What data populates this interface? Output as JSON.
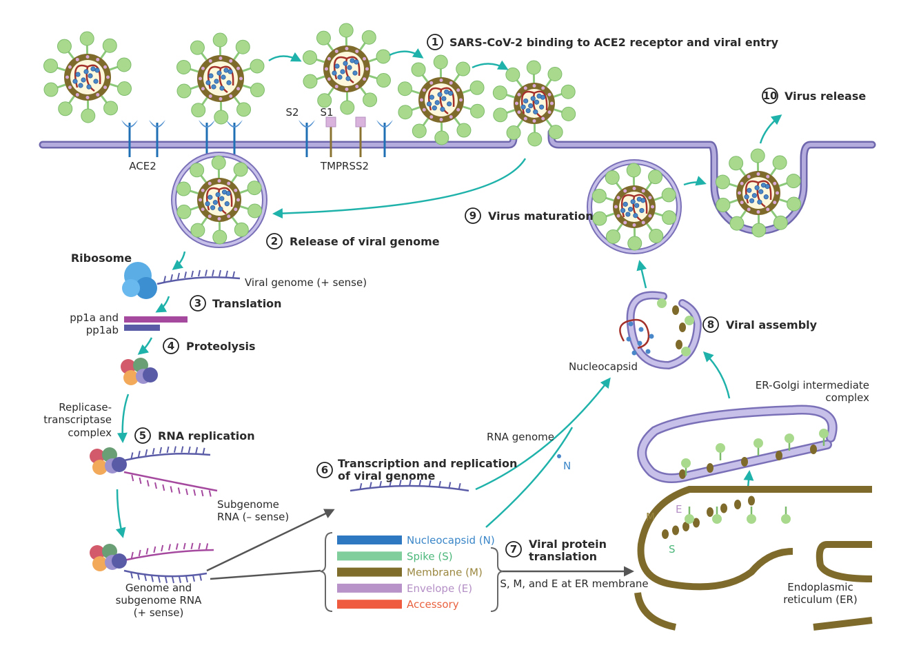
{
  "steps": [
    {
      "num": "1",
      "label": "SARS-CoV-2 binding to ACE2 receptor and viral entry"
    },
    {
      "num": "2",
      "label": "Release of viral genome"
    },
    {
      "num": "3",
      "label": "Translation"
    },
    {
      "num": "4",
      "label": "Proteolysis"
    },
    {
      "num": "5",
      "label": "RNA replication"
    },
    {
      "num": "6",
      "label_line1": "Transcription and replication",
      "label_line2": "of viral genome"
    },
    {
      "num": "7",
      "label_line1": "Viral protein",
      "label_line2": "translation"
    },
    {
      "num": "8",
      "label": "Viral assembly"
    },
    {
      "num": "9",
      "label": "Virus maturation"
    },
    {
      "num": "10",
      "label": "Virus release"
    }
  ],
  "labels": {
    "ace2": "ACE2",
    "tmprss2": "TMPRSS2",
    "s2": "S2",
    "s1": "S1",
    "ribosome": "Ribosome",
    "viral_genome": "Viral genome (+ sense)",
    "pp1a": "pp1a and",
    "pp1ab": "pp1ab",
    "replicase_1": "Replicase-",
    "replicase_2": "transcriptase",
    "replicase_3": "complex",
    "subgenome_1": "Subgenome",
    "subgenome_2": "RNA (– sense)",
    "genome_1": "Genome and",
    "genome_2": "subgenome RNA",
    "genome_3": "(+ sense)",
    "rna_genome": "RNA genome",
    "n": "N",
    "nucleocapsid": "Nucleocapsid",
    "ergic_1": "ER-Golgi intermediate",
    "ergic_2": "complex",
    "m": "M",
    "e": "E",
    "s": "S",
    "er_1": "Endoplasmic",
    "er_2": "reticulum (ER)",
    "sme": "S, M, and E at ER membrane"
  },
  "legend": [
    {
      "label": "Nucleocapsid (N)",
      "color": "#2e78c2",
      "text_color": "#3a86c8"
    },
    {
      "label": "Spike (S)",
      "color": "#7fce9c",
      "text_color": "#4cb77a"
    },
    {
      "label": "Membrane (M)",
      "color": "#7f6d2c",
      "text_color": "#9a8740"
    },
    {
      "label": "Envelope (E)",
      "color": "#b893c9",
      "text_color": "#b48fc6"
    },
    {
      "label": "Accessory",
      "color": "#ef5b3f",
      "text_color": "#e9623f"
    }
  ],
  "colors": {
    "membrane": "#9d94cf",
    "arrow": "#1fb2aa",
    "spike": "#a9d98c",
    "viral_envelope": "#7e6a2b",
    "rna": "#a4302a",
    "nucleocapsid": "#4a87c9",
    "ace2": "#1f6fb5",
    "tmprss2": "#d9b3dc",
    "pp1a": "#a5499f",
    "pp1ab": "#5a5ba7"
  }
}
